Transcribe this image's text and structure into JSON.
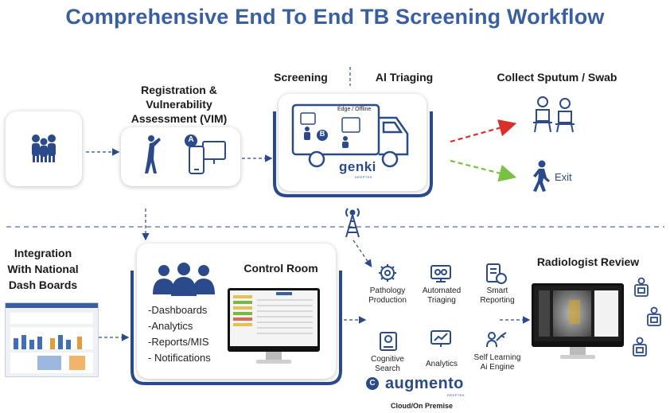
{
  "title": "Comprehensive End To End TB Screening Workflow",
  "labels": {
    "registration": "Registration & Vulnerability Assessment (VIM)",
    "screening": "Screening",
    "ai_triaging": "Al Triaging",
    "collect_sputum": "Collect Sputum / Swab",
    "exit": "Exit",
    "integration": "Integration With National Dash Boards",
    "control_room": "Control Room",
    "radiologist_review": "Radiologist Review",
    "edge_offline": "Edge / Offline",
    "genki": "genki",
    "deeptek_small": "DEEPTEK",
    "augmento": "augmento",
    "deeptek_small2": "DEEPTEK",
    "cloud_premise": "Cloud/On Premise",
    "badge_a": "A",
    "badge_b": "B",
    "badge_c": "C"
  },
  "control_room_items": [
    "-Dashboards",
    "-Analytics",
    "-Reports/MIS",
    "- Notifications"
  ],
  "features": {
    "pathology": "Pathology Production",
    "automated": "Automated Triaging",
    "smart": "Smart Reporting",
    "cognitive": "Cognitive Search",
    "analytics": "Analytics",
    "self_learning": "Self Learning Ai Engine"
  },
  "colors": {
    "title": "#3a5fa0",
    "navy": "#2b4a8c",
    "red_arrow": "#d9302c",
    "green_arrow": "#7ac143",
    "dashed": "#2b4a8c"
  }
}
